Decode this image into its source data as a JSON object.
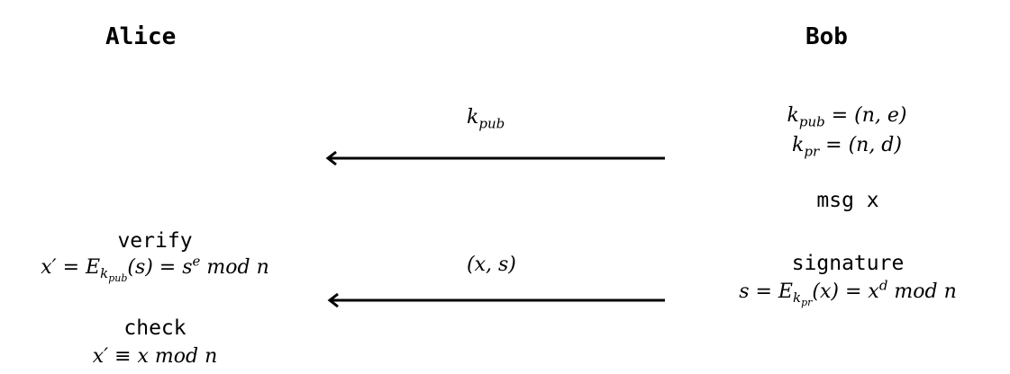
{
  "parties": {
    "alice": "Alice",
    "bob": "Bob"
  },
  "bob": {
    "key_pub_left": "k",
    "key_pub_sub": "pub",
    "key_pub_rhs": "= (n, e)",
    "key_pr_left": "k",
    "key_pr_sub": "pr",
    "key_pr_rhs": "= (n, d)",
    "msg_label": "msg x",
    "signature_label": "signature",
    "signature_formula": {
      "lhs": "s = E",
      "sub_k": "k",
      "sub_pr": "pr",
      "arg": "(x) = x",
      "exp": "d",
      "tail": " mod  n"
    }
  },
  "arrows": {
    "first_label_k": "k",
    "first_label_sub": "pub",
    "second_label": "(x, s)"
  },
  "alice": {
    "verify_label": "verify",
    "verify_formula": {
      "lhs": "x′ = E",
      "sub_k": "k",
      "sub_pub": "pub",
      "arg": "(s) = s",
      "exp": "e",
      "tail": " mod  n"
    },
    "check_label": "check",
    "check_formula": "x′ ≡ x mod  n"
  }
}
